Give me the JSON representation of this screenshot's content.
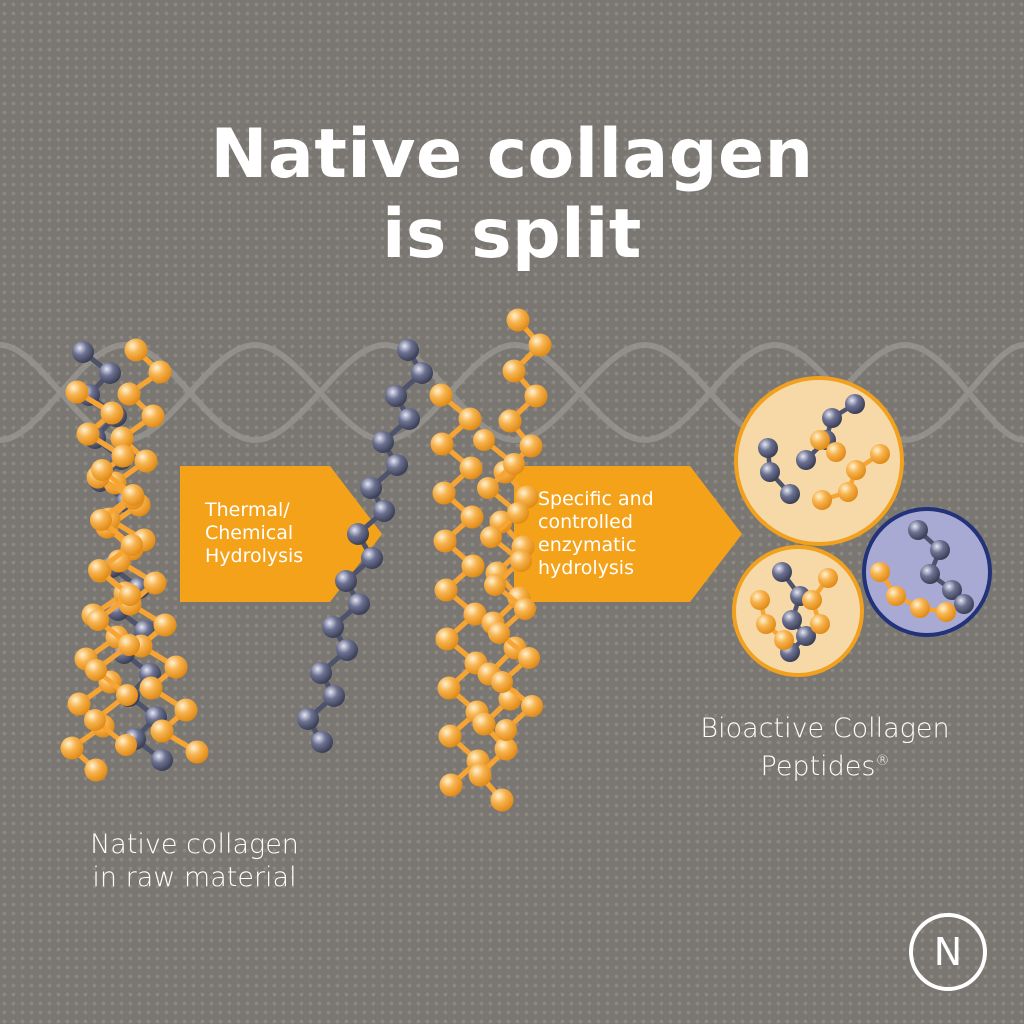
{
  "title": {
    "line1": "Native collagen",
    "line2": "is split"
  },
  "steps": {
    "arrow1": {
      "line1": "Thermal/",
      "line2": "Chemical",
      "line3": "Hydrolysis"
    },
    "arrow2": {
      "line1": "Specific and",
      "line2": "controlled",
      "line3": "enzymatic",
      "line4": "hydrolysis"
    }
  },
  "labels": {
    "native": {
      "line1": "Native collagen",
      "line2": "in raw material"
    },
    "peptides": {
      "line1": "Bioactive Collagen",
      "line2": "Peptides",
      "mark": "®"
    }
  },
  "logo": {
    "letter": "N"
  },
  "colors": {
    "background": "#7a7773",
    "arrow": "#f4a21a",
    "orange_bead": "#f6a535",
    "blue_bead": "#5a5f7c",
    "peptide_circle_fill": "#f7d9a8",
    "peptide_circle_border": "#f2a11f",
    "blue_circle_fill": "#a9aad4",
    "blue_circle_border": "#23337a"
  }
}
